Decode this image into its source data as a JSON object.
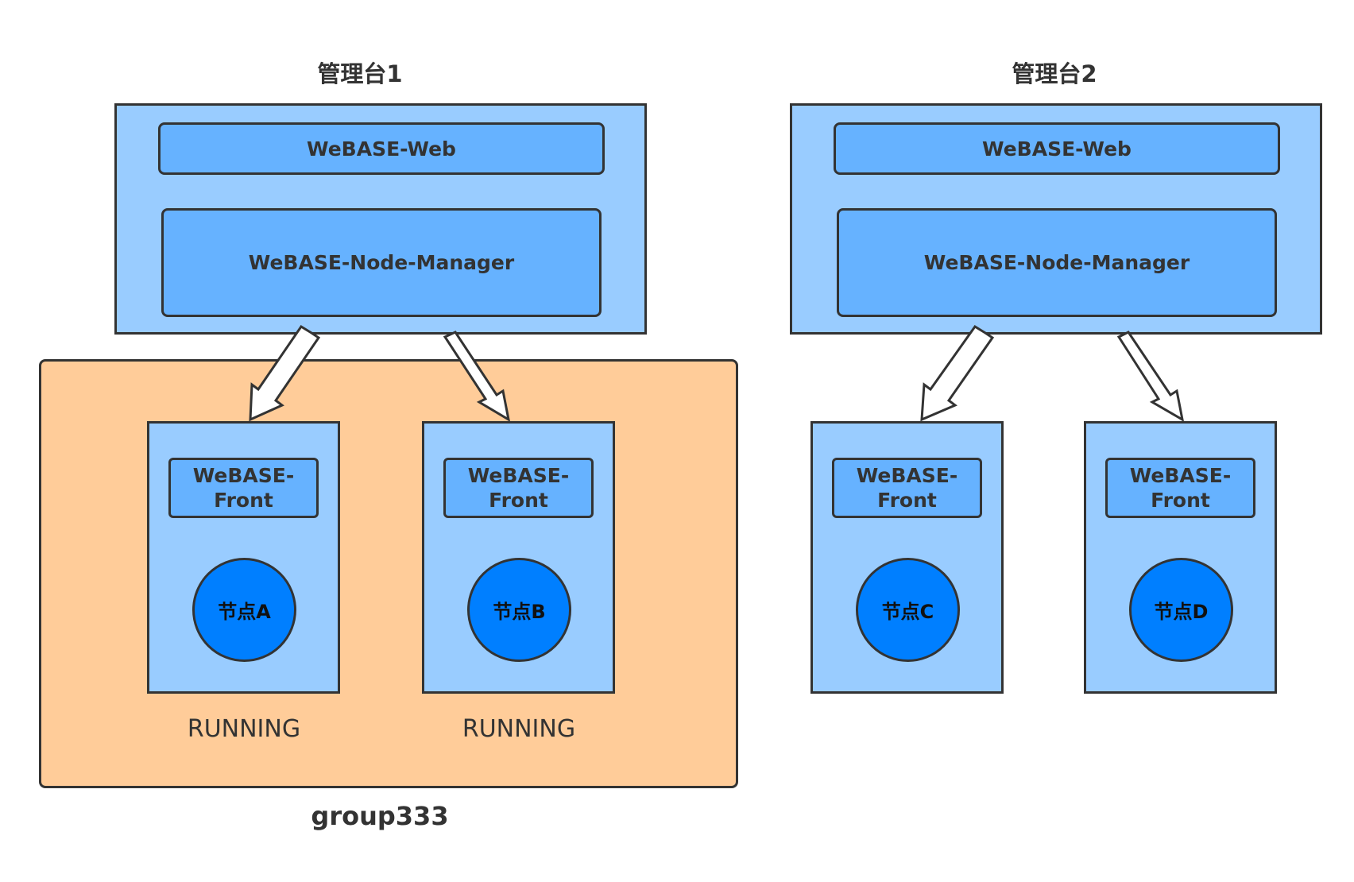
{
  "consoles": [
    {
      "title": "管理台1",
      "web_label": "WeBASE-Web",
      "node_manager_label": "WeBASE-Node-Manager"
    },
    {
      "title": "管理台2",
      "web_label": "WeBASE-Web",
      "node_manager_label": "WeBASE-Node-Manager"
    }
  ],
  "group": {
    "label": "group333"
  },
  "nodes": [
    {
      "front_line1": "WeBASE-",
      "front_line2": "Front",
      "name": "节点A",
      "status": "RUNNING"
    },
    {
      "front_line1": "WeBASE-",
      "front_line2": "Front",
      "name": "节点B",
      "status": "RUNNING"
    },
    {
      "front_line1": "WeBASE-",
      "front_line2": "Front",
      "name": "节点C"
    },
    {
      "front_line1": "WeBASE-",
      "front_line2": "Front",
      "name": "节点D"
    }
  ],
  "colors": {
    "console_fill": "#99ccff",
    "component_fill": "#66b2ff",
    "group_fill": "#ffcc99",
    "node_fill": "#007fff",
    "border": "#333333"
  }
}
